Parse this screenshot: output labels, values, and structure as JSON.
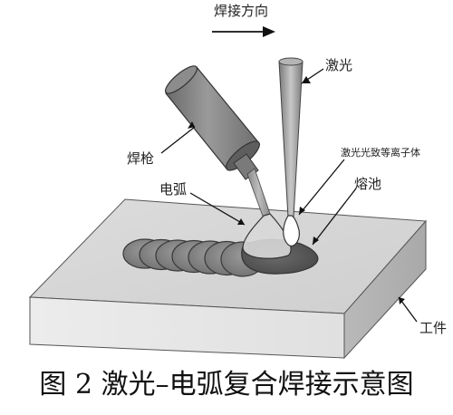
{
  "labels": {
    "weld_direction": "焊接方向",
    "laser": "激光",
    "welding_torch": "焊枪",
    "laser_plasma": "激光光致等离子体",
    "arc": "电弧",
    "weld_pool": "熔池",
    "workpiece": "工件"
  },
  "caption": "图 2  激光–电弧复合焊接示意图"
}
